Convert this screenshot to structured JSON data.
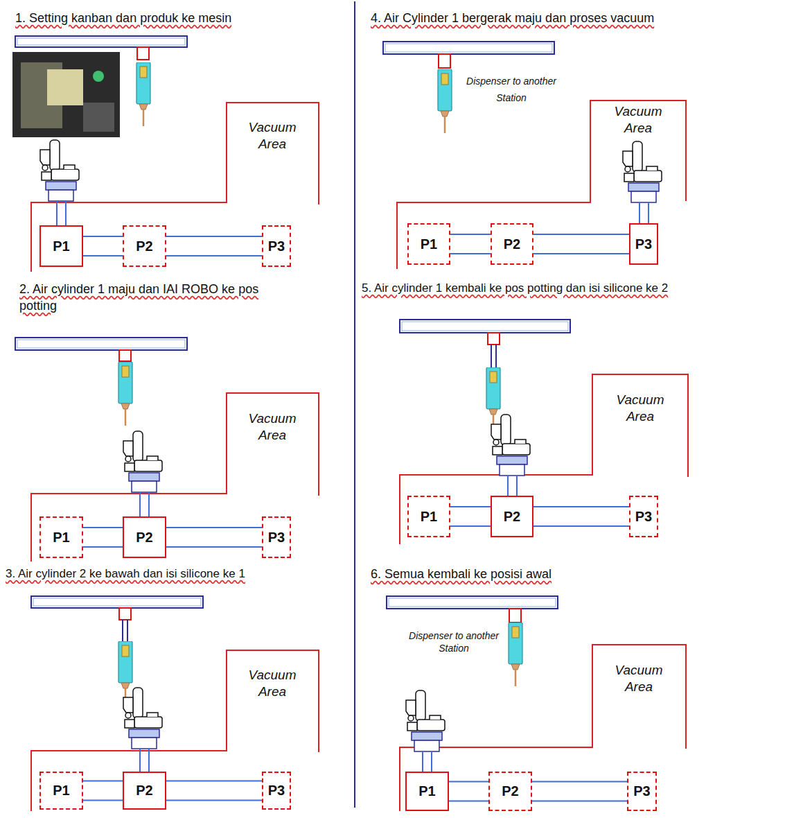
{
  "diagram": {
    "nodes": [
      {
        "text": [
          "P1"
        ]
      },
      {
        "text": [
          "P2"
        ]
      },
      {
        "text": [
          "P3"
        ]
      },
      {
        "text": [
          "P1"
        ]
      },
      {
        "text": [
          "P2"
        ]
      },
      {
        "text": [
          "P3"
        ]
      },
      {
        "text": [
          "P1"
        ]
      },
      {
        "text": [
          "P2"
        ]
      },
      {
        "text": [
          "P3"
        ]
      },
      {
        "text": [
          "P1"
        ]
      },
      {
        "text": [
          "P2"
        ]
      },
      {
        "text": [
          "P3"
        ]
      },
      {
        "text": [
          "P1"
        ]
      },
      {
        "text": [
          "P2"
        ]
      },
      {
        "text": [
          "P3"
        ]
      },
      {
        "text": [
          "P1"
        ]
      },
      {
        "text": [
          "P2"
        ]
      },
      {
        "text": [
          "P3"
        ]
      }
    ],
    "edges": [
      {
        "from": 0,
        "to": 1,
        "arrow": "none"
      },
      {
        "from": 1,
        "to": 2,
        "arrow": "none"
      },
      {
        "from": 3,
        "to": 4,
        "arrow": "none"
      },
      {
        "from": 4,
        "to": 5,
        "arrow": "none"
      },
      {
        "from": 6,
        "to": 7,
        "arrow": "none"
      },
      {
        "from": 7,
        "to": 8,
        "arrow": "none"
      },
      {
        "from": 9,
        "to": 10,
        "arrow": "none"
      },
      {
        "from": 10,
        "to": 11,
        "arrow": "none"
      },
      {
        "from": 12,
        "to": 13,
        "arrow": "none"
      },
      {
        "from": 13,
        "to": 14,
        "arrow": "none"
      },
      {
        "from": 15,
        "to": 16,
        "arrow": "none"
      },
      {
        "from": 16,
        "to": 17,
        "arrow": "none"
      }
    ],
    "labels": [
      "1. Setting kanban dan produk ke mesin",
      "Vacuum Area",
      "2. Air cylinder 1 maju dan IAI ROBO ke pos potting",
      "Vacuum Area",
      "3. Air cylinder 2 ke bawah dan isi silicone ke 1",
      "Vacuum Area",
      "4. Air Cylinder 1 bergerak maju dan proses vacuum",
      "Dispenser to another Station",
      "Vacuum Area",
      "5. Air cylinder 1 kembali ke pos potting dan isi silicone ke 2",
      "Vacuum Area",
      "6. Semua kembali ke posisi awal",
      "Dispenser to another Station",
      "Vacuum Area"
    ]
  }
}
